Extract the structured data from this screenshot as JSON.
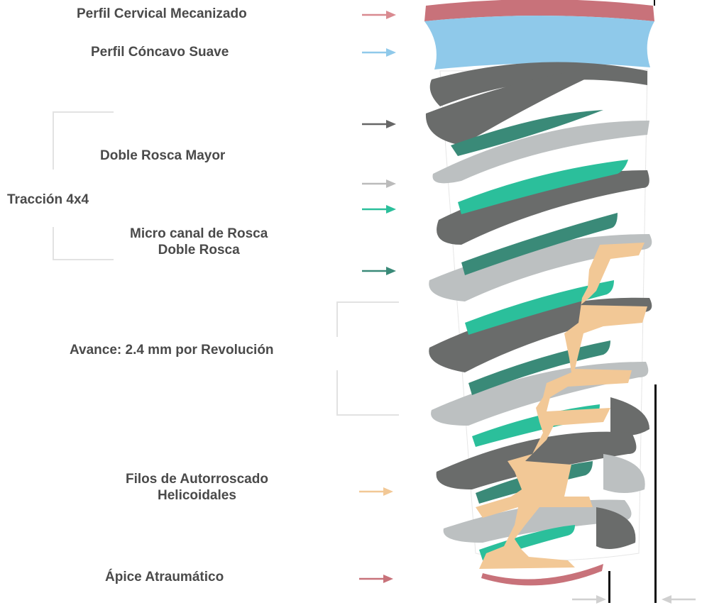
{
  "labels": {
    "cervical": "Perfil Cervical Mecanizado",
    "concave": "Perfil Cóncavo Suave",
    "double_thread": "Doble Rosca Mayor",
    "traction": "Tracción 4x4",
    "micro_line1": "Micro canal de Rosca",
    "micro_line2": "Doble Rosca",
    "advance": "Avance: 2.4 mm por Revolución",
    "filos_line1": "Filos de Autorroscado",
    "filos_line2": "Helicoidales",
    "apex": "Ápice Atraumático"
  },
  "colors": {
    "cervical": "#c8727a",
    "concave": "#8fc9ea",
    "major_thread": "#6a6c6b",
    "minor_thread": "#bcc0c1",
    "micro_channel": "#2bbf9b",
    "micro_channel_dark": "#3a8a78",
    "cutting_edges": "#f2c896",
    "text": "#4a4a4a",
    "bracket": "#e2e2e2"
  },
  "arrows": [
    {
      "name": "cervical-arrow",
      "color": "#d98a90"
    },
    {
      "name": "concave-arrow",
      "color": "#8fc9ea"
    },
    {
      "name": "major-thread-arrow",
      "color": "#666666"
    },
    {
      "name": "minor-thread-arrow",
      "color": "#bbbbbb"
    },
    {
      "name": "micro-channel-arrow",
      "color": "#2bbf9b"
    },
    {
      "name": "micro-channel-dark-arrow",
      "color": "#3a8a78"
    },
    {
      "name": "cutting-edges-arrow",
      "color": "#f2c896"
    },
    {
      "name": "apex-arrow",
      "color": "#c8727a"
    }
  ]
}
